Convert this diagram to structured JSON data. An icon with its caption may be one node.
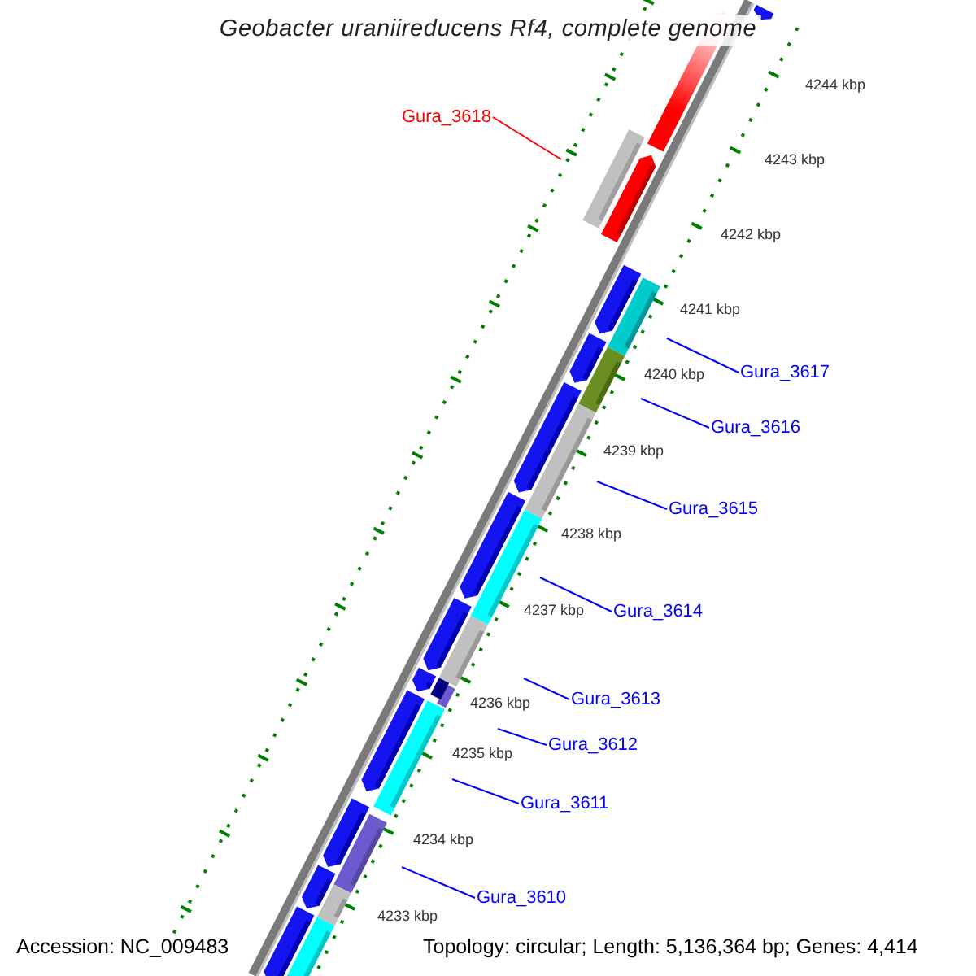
{
  "diagram": {
    "title": "Geobacter uraniireducens Rf4, complete genome",
    "nodes": [
      {
        "text": [
          "Gura_3618"
        ]
      },
      {
        "text": [
          "Gura_3617"
        ]
      },
      {
        "text": [
          "Gura_3616"
        ]
      },
      {
        "text": [
          "Gura_3615"
        ]
      },
      {
        "text": [
          "Gura_3614"
        ]
      },
      {
        "text": [
          "Gura_3613"
        ]
      },
      {
        "text": [
          "Gura_3612"
        ]
      },
      {
        "text": [
          "Gura_3611"
        ]
      },
      {
        "text": [
          "Gura_3610"
        ]
      }
    ],
    "edges": [
      {
        "from": 0,
        "to": null,
        "arrow": "none",
        "color": "#ff0000"
      },
      {
        "from": 1,
        "to": null,
        "arrow": "none"
      },
      {
        "from": 2,
        "to": null,
        "arrow": "none"
      },
      {
        "from": 3,
        "to": null,
        "arrow": "none"
      },
      {
        "from": 4,
        "to": null,
        "arrow": "none"
      },
      {
        "from": 5,
        "to": null,
        "arrow": "none"
      },
      {
        "from": 6,
        "to": null,
        "arrow": "none"
      },
      {
        "from": 7,
        "to": null,
        "arrow": "none"
      },
      {
        "from": 8,
        "to": null,
        "arrow": "none"
      }
    ],
    "labels": [
      "4244 kbp",
      "4243 kbp",
      "4242 kbp",
      "4241 kbp",
      "4240 kbp",
      "4239 kbp",
      "4238 kbp",
      "4237 kbp",
      "4236 kbp",
      "4235 kbp",
      "4234 kbp",
      "4233 kbp",
      "Accession: NC_009483",
      "Topology: circular; Length: 5,136,364 bp; Genes: 4,414"
    ]
  }
}
